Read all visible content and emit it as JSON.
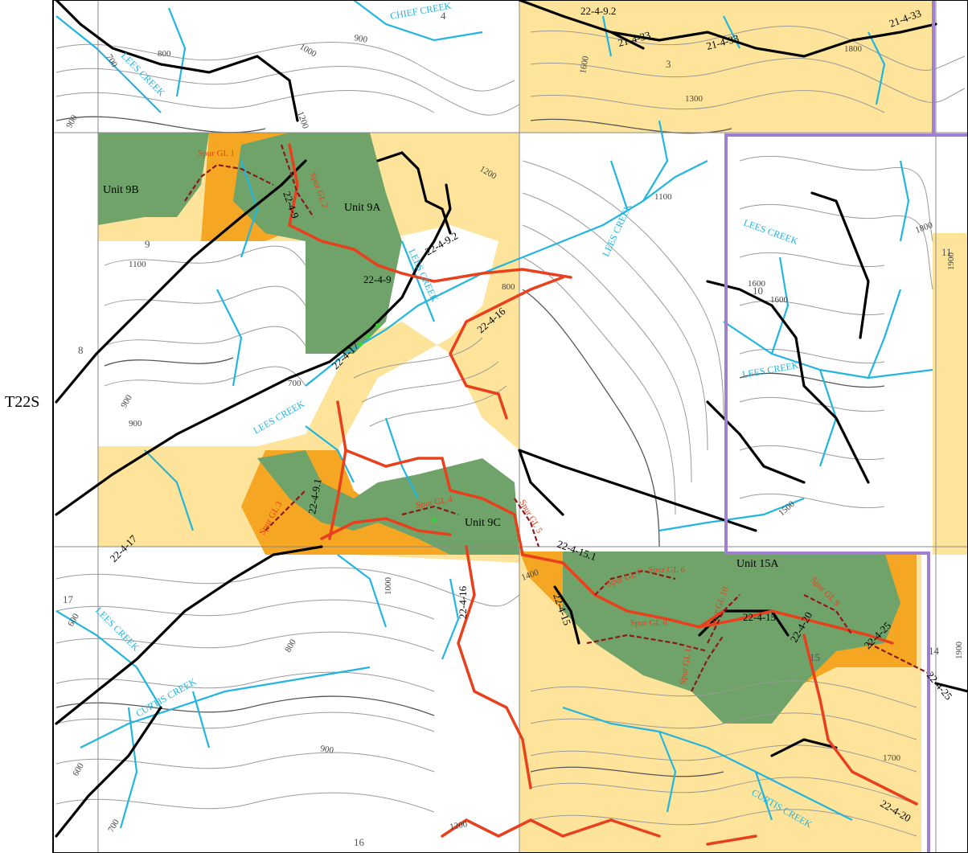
{
  "map": {
    "township_label": "T22S",
    "sections": [
      {
        "id": "s4",
        "label": "4"
      },
      {
        "id": "s3",
        "label": "3"
      },
      {
        "id": "s9",
        "label": "9"
      },
      {
        "id": "s8",
        "label": "8"
      },
      {
        "id": "s10",
        "label": "10"
      },
      {
        "id": "s11",
        "label": "11"
      },
      {
        "id": "s17",
        "label": "17"
      },
      {
        "id": "s16",
        "label": "16"
      },
      {
        "id": "s15",
        "label": "15"
      },
      {
        "id": "s14",
        "label": "14"
      }
    ],
    "units": [
      {
        "id": "u9b",
        "label": "Unit 9B"
      },
      {
        "id": "u9a",
        "label": "Unit 9A"
      },
      {
        "id": "u9c",
        "label": "Unit 9C"
      },
      {
        "id": "u15a",
        "label": "Unit 15A"
      }
    ],
    "roads": [
      {
        "id": "r1",
        "label": "22-4-9"
      },
      {
        "id": "r2",
        "label": "22-4-9.2"
      },
      {
        "id": "r3",
        "label": "22-4-9"
      },
      {
        "id": "r4",
        "label": "22-4-16"
      },
      {
        "id": "r5",
        "label": "22-4-17"
      },
      {
        "id": "r6",
        "label": "22-4-9.1"
      },
      {
        "id": "r7",
        "label": "22-4-17"
      },
      {
        "id": "r8",
        "label": "22-4-16"
      },
      {
        "id": "r9",
        "label": "22-4-15.1"
      },
      {
        "id": "r10",
        "label": "22-4-15"
      },
      {
        "id": "r11",
        "label": "22-4-15"
      },
      {
        "id": "r12",
        "label": "22-4-20"
      },
      {
        "id": "r13",
        "label": "22-4-25"
      },
      {
        "id": "r14",
        "label": "22-4-25"
      },
      {
        "id": "r15",
        "label": "22-4-20"
      },
      {
        "id": "r16",
        "label": "22-4-9.2"
      },
      {
        "id": "r17",
        "label": "21-4-33"
      },
      {
        "id": "r18",
        "label": "21-4-33"
      },
      {
        "id": "r19",
        "label": "21-4-33"
      }
    ],
    "spurs": [
      {
        "id": "sp1",
        "label": "Spur GL 1"
      },
      {
        "id": "sp2",
        "label": "Spur GL 2"
      },
      {
        "id": "sp3",
        "label": "Spur GL 3"
      },
      {
        "id": "sp4",
        "label": "Spur GL 4"
      },
      {
        "id": "sp5",
        "label": "Spur GL 5"
      },
      {
        "id": "sp6",
        "label": "Spur GL 6"
      },
      {
        "id": "sp7",
        "label": "Spur GL 7"
      },
      {
        "id": "sp8",
        "label": "Spur GL 8"
      },
      {
        "id": "sp9",
        "label": "Spur GL 9"
      },
      {
        "id": "sp10",
        "label": "Spur GL 10"
      },
      {
        "id": "sp11",
        "label": "Spur GL 11"
      }
    ],
    "creeks": [
      {
        "id": "c1",
        "label": "LEES CREEK"
      },
      {
        "id": "c2",
        "label": "LEES CREEK"
      },
      {
        "id": "c3",
        "label": "LEES CREEK"
      },
      {
        "id": "c4",
        "label": "LEES CREEK"
      },
      {
        "id": "c5",
        "label": "LEES CREEK"
      },
      {
        "id": "c6",
        "label": "LEES CREEK"
      },
      {
        "id": "c7",
        "label": "CURTIS CREEK"
      },
      {
        "id": "c8",
        "label": "CURTIS CREEK"
      },
      {
        "id": "c9",
        "label": "CHIEF CREEK"
      },
      {
        "id": "c10",
        "label": "LEES CREEK"
      }
    ],
    "elevations": [
      {
        "id": "e1",
        "label": "700"
      },
      {
        "id": "e2",
        "label": "800"
      },
      {
        "id": "e3",
        "label": "900"
      },
      {
        "id": "e4",
        "label": "1000"
      },
      {
        "id": "e5",
        "label": "900"
      },
      {
        "id": "e6",
        "label": "1200"
      },
      {
        "id": "e7",
        "label": "1600"
      },
      {
        "id": "e8",
        "label": "1300"
      },
      {
        "id": "e9",
        "label": "1800"
      },
      {
        "id": "e10",
        "label": "1200"
      },
      {
        "id": "e11",
        "label": "1100"
      },
      {
        "id": "e12",
        "label": "1100"
      },
      {
        "id": "e13",
        "label": "800"
      },
      {
        "id": "e14",
        "label": "900"
      },
      {
        "id": "e15",
        "label": "700"
      },
      {
        "id": "e16",
        "label": "1800"
      },
      {
        "id": "e17",
        "label": "1600"
      },
      {
        "id": "e18",
        "label": "1900"
      },
      {
        "id": "e19",
        "label": "1500"
      },
      {
        "id": "e20",
        "label": "1400"
      },
      {
        "id": "e21",
        "label": "1000"
      },
      {
        "id": "e22",
        "label": "800"
      },
      {
        "id": "e23",
        "label": "600"
      },
      {
        "id": "e24",
        "label": "600"
      },
      {
        "id": "e25",
        "label": "900"
      },
      {
        "id": "e26",
        "label": "700"
      },
      {
        "id": "e27",
        "label": "1200"
      },
      {
        "id": "e28",
        "label": "1700"
      },
      {
        "id": "e29",
        "label": "1900"
      },
      {
        "id": "e30",
        "label": "1600"
      },
      {
        "id": "e31",
        "label": "900"
      }
    ],
    "colors": {
      "unit_green": "#6fa36a",
      "orange": "#f5a623",
      "yellow": "#fde49a",
      "road_red": "#e8401c",
      "road_black": "#000000",
      "creek_blue": "#22b5e0",
      "boundary_purple": "#9f7fd0",
      "contour": "#9a9a9a",
      "contour_index": "#555555"
    }
  }
}
